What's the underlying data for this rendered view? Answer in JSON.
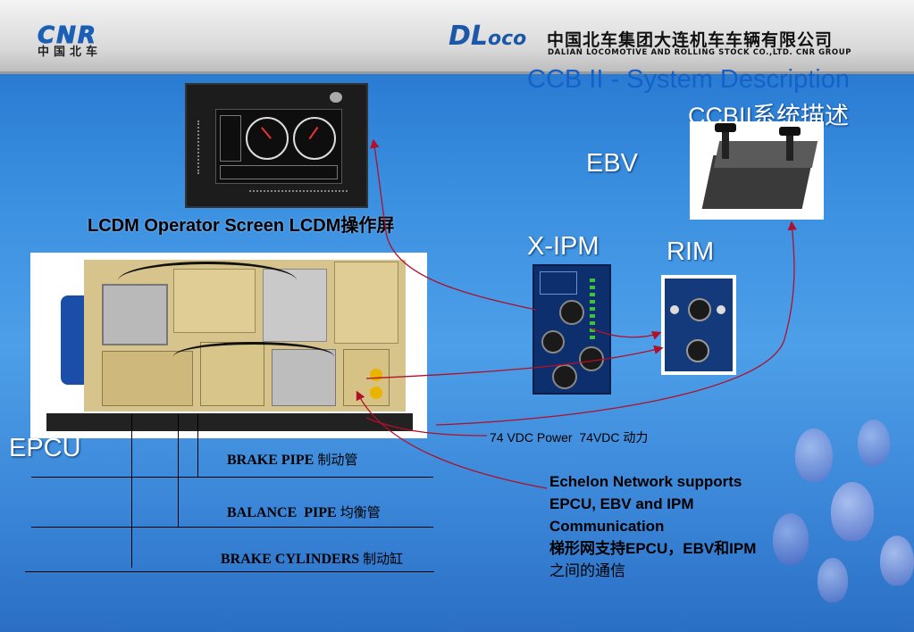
{
  "header": {
    "cnr_logo_top": "CNR",
    "cnr_logo_bottom": "中国北车",
    "dl_logo_main": "DL",
    "dl_logo_suffix": "oco",
    "company_cn": "中国北车集团大连机车车辆有限公司",
    "company_en": "DALIAN LOCOMOTIVE AND ROLLING STOCK CO.,LTD. CNR GROUP"
  },
  "slide": {
    "title_en": "CCB II - System Description",
    "title_cn": "CCBII系统描述"
  },
  "components": {
    "lcdm_caption": "LCDM Operator Screen  LCDM操作屏",
    "ebv_label": "EBV",
    "xipm_label": "X-IPM",
    "rim_label": "RIM",
    "epcu_label": "EPCU"
  },
  "pipes": [
    {
      "label": "BRAKE PIPE",
      "label_cn": "制动管"
    },
    {
      "label": "BALANCE  PIPE",
      "label_cn": "均衡管"
    },
    {
      "label": "BRAKE CYLINDERS",
      "label_cn": "制动缸"
    }
  ],
  "power_label": "74 VDC Power  74VDC 动力",
  "echelon": {
    "line1": "Echelon Network supports",
    "line2": "EPCU, EBV and IPM",
    "line3": "Communication",
    "line4": "梯形网支持EPCU，EBV和IPM",
    "line5": "之间的通信"
  },
  "colors": {
    "background": "#3a8fe0",
    "arrow": "#b0102a",
    "title": "#1560c9"
  },
  "icons": [
    "cnr-logo",
    "dloco-logo",
    "lcdm-screen-photo",
    "ebv-photo",
    "epcu-photo",
    "xipm-photo",
    "rim-photo",
    "tulip-decoration"
  ]
}
